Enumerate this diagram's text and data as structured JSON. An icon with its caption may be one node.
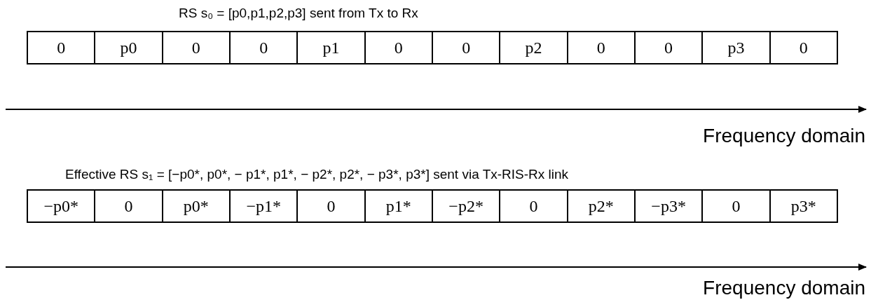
{
  "diagram": {
    "labels": [
      "RS s₀ = [p0,p1,p2,p3] sent from Tx to Rx",
      "0",
      "p0",
      "0",
      "0",
      "p1",
      "0",
      "0",
      "p2",
      "0",
      "0",
      "p3",
      "0",
      "Frequency domain",
      "Effective RS s₁ = [−p0*, p0*, − p1*, p1*, − p2*, p2*, − p3*, p3*] sent via Tx-RIS-Rx link",
      "−p0*",
      "0",
      "p0*",
      "−p1*",
      "0",
      "p1*",
      "−p2*",
      "0",
      "p2*",
      "−p3*",
      "0",
      "p3*",
      "Frequency domain"
    ]
  }
}
